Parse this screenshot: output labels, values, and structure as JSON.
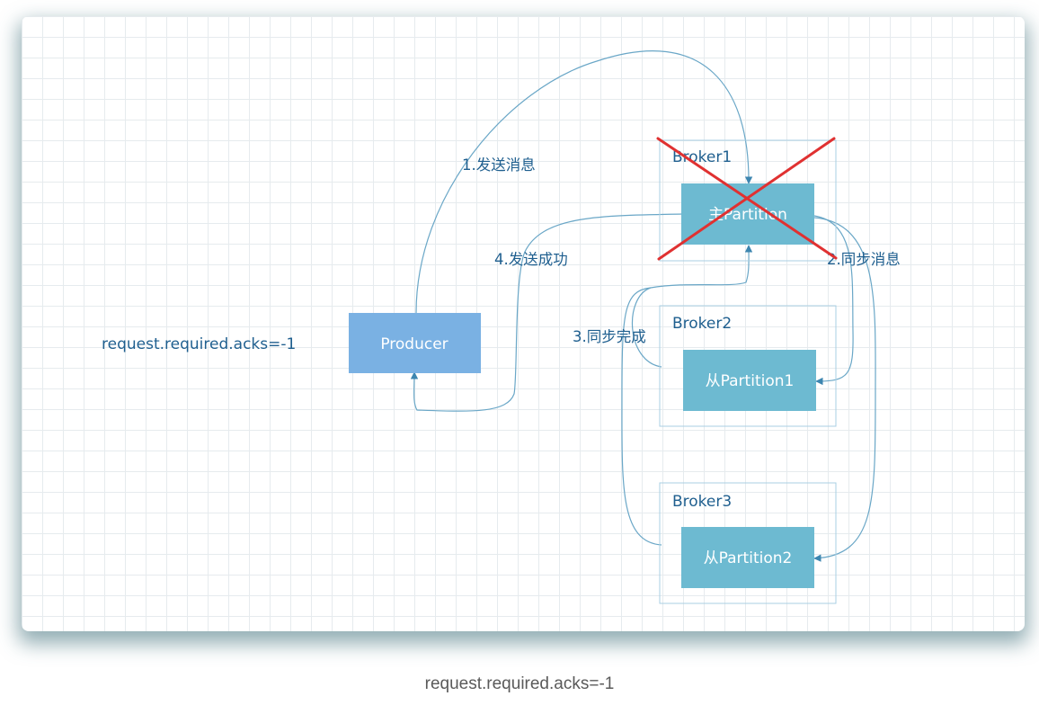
{
  "diagram": {
    "producer": "Producer",
    "acks_setting": "request.required.acks=-1",
    "brokers": [
      {
        "title": "Broker1",
        "partition": "主Partition",
        "failed": true
      },
      {
        "title": "Broker2",
        "partition": "从Partition1",
        "failed": false
      },
      {
        "title": "Broker3",
        "partition": "从Partition2",
        "failed": false
      }
    ],
    "steps": [
      {
        "label": "1.发送消息"
      },
      {
        "label": "2.同步消息"
      },
      {
        "label": "3.同步完成"
      },
      {
        "label": "4.发送成功"
      }
    ],
    "colors": {
      "producer": "#7ab1e3",
      "partition": "#6dbad1",
      "edge": "#6aa7c7",
      "text": "#1f5f8f",
      "failure_cross": "#e03131"
    }
  },
  "caption": "request.required.acks=-1"
}
